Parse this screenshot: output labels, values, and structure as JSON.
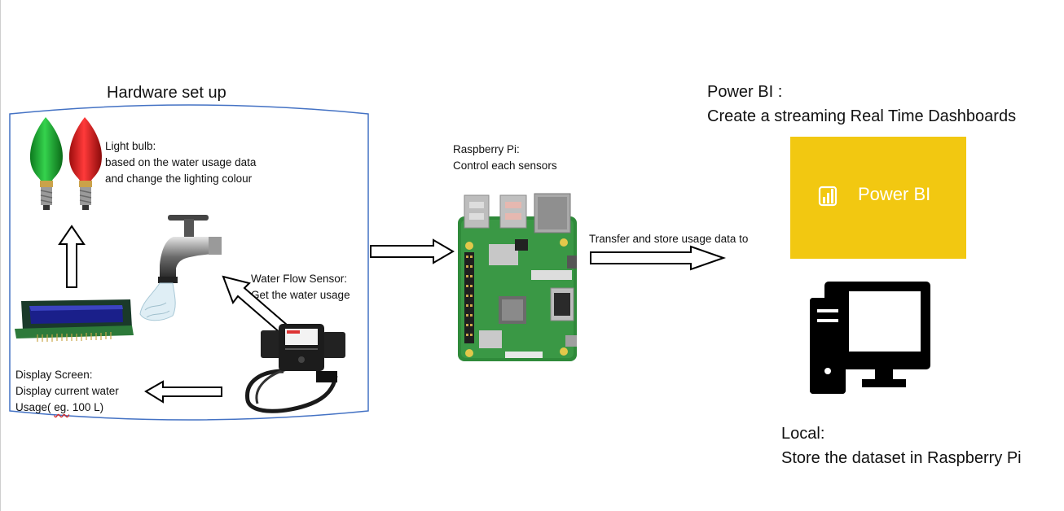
{
  "hardware": {
    "title": "Hardware set up",
    "light_bulb": {
      "lines": [
        "Light bulb:",
        "based on the water usage data",
        "and change the lighting colour"
      ]
    },
    "water_flow_sensor": {
      "lines": [
        "Water Flow Sensor:",
        "Get the water usage"
      ]
    },
    "display_screen": {
      "lines": [
        "Display Screen:",
        "Display current water"
      ],
      "line3_prefix": "Usage( ",
      "line3_flagged": "eg.",
      "line3_suffix": " 100 L)"
    }
  },
  "raspberry_pi": {
    "lines": [
      "Raspberry Pi:",
      "Control each sensors"
    ]
  },
  "transfer_label": "Transfer and store usage data to",
  "power_bi": {
    "heading": [
      "Power BI :",
      "Create a streaming Real Time Dashboards"
    ],
    "logo_text": "Power BI",
    "logo_bg": "#F2C811"
  },
  "local": {
    "heading": [
      "Local:",
      "Store the dataset in Raspberry Pi"
    ]
  },
  "colors": {
    "box_border": "#4472C4",
    "bulb_green": "#1aa52e",
    "bulb_red": "#d91c1c",
    "pi_board": "#2f8a3a"
  }
}
